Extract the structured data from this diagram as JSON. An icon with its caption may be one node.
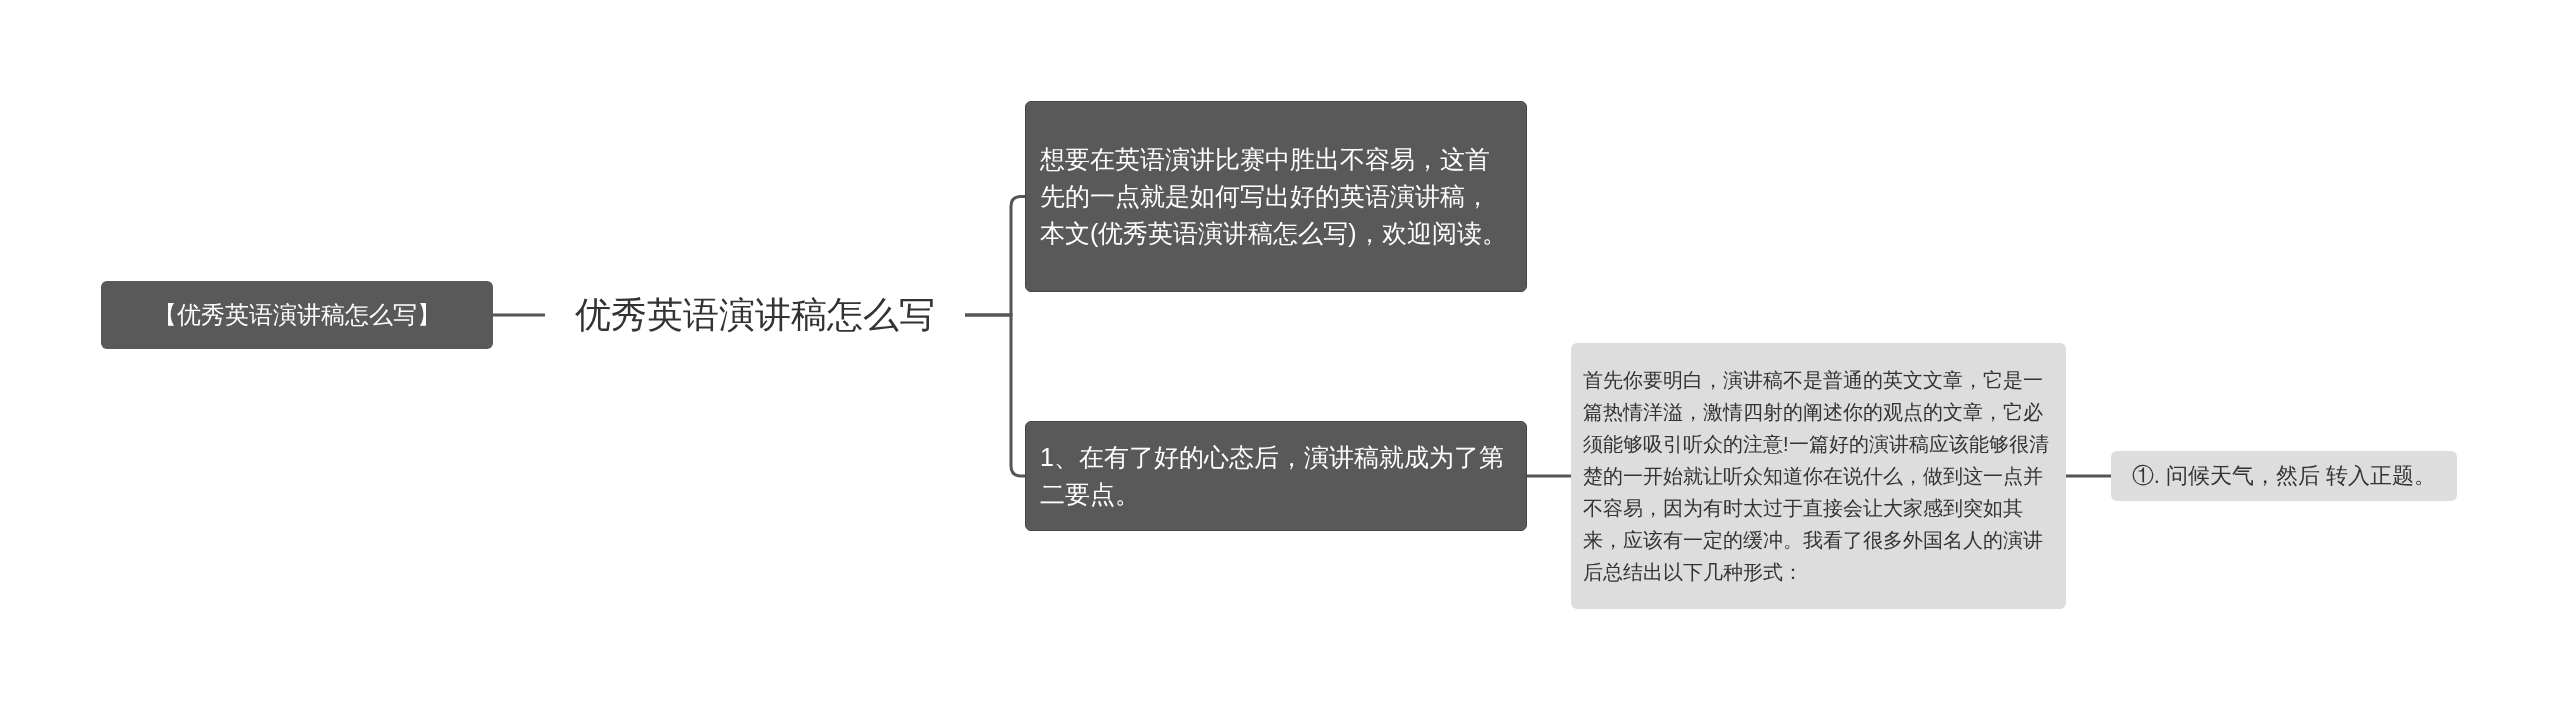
{
  "diagram": {
    "nodes": [
      {
        "text": [
          "【优秀英语演讲稿怎么写】"
        ]
      },
      {
        "text": [
          "优秀英语演讲稿怎么写"
        ]
      },
      {
        "text": [
          "想要在英语演讲比赛中胜出不容易，这首先的一点就是如何写出好的英语演讲稿，本文(优秀英语演讲稿怎么写)，欢迎阅读。"
        ]
      },
      {
        "text": [
          "1、在有了好的心态后，演讲稿就成为了第二要点。"
        ]
      },
      {
        "text": [
          "首先你要明白，演讲稿不是普通的英文文章，它是一篇热情洋溢，激情四射的阐述你的观点的文章，它必须能够吸引听众的注意!一篇好的演讲稿应该能够很清楚的一开始就让听众知道你在说什么，做到这一点并不容易，因为有时太过于直接会让大家感到突如其来，应该有一定的缓冲。我看了很多外国名人的演讲后总结出以下几种形式："
        ]
      },
      {
        "text": [
          "①. 问候天气，然后 转入正题。"
        ]
      }
    ],
    "edges": [
      {
        "from": 0,
        "to": 1,
        "arrow": "none"
      },
      {
        "from": 1,
        "to": 2,
        "arrow": "none"
      },
      {
        "from": 1,
        "to": 3,
        "arrow": "none"
      },
      {
        "from": 3,
        "to": 4,
        "arrow": "none"
      },
      {
        "from": 4,
        "to": 5,
        "arrow": "none"
      }
    ]
  }
}
